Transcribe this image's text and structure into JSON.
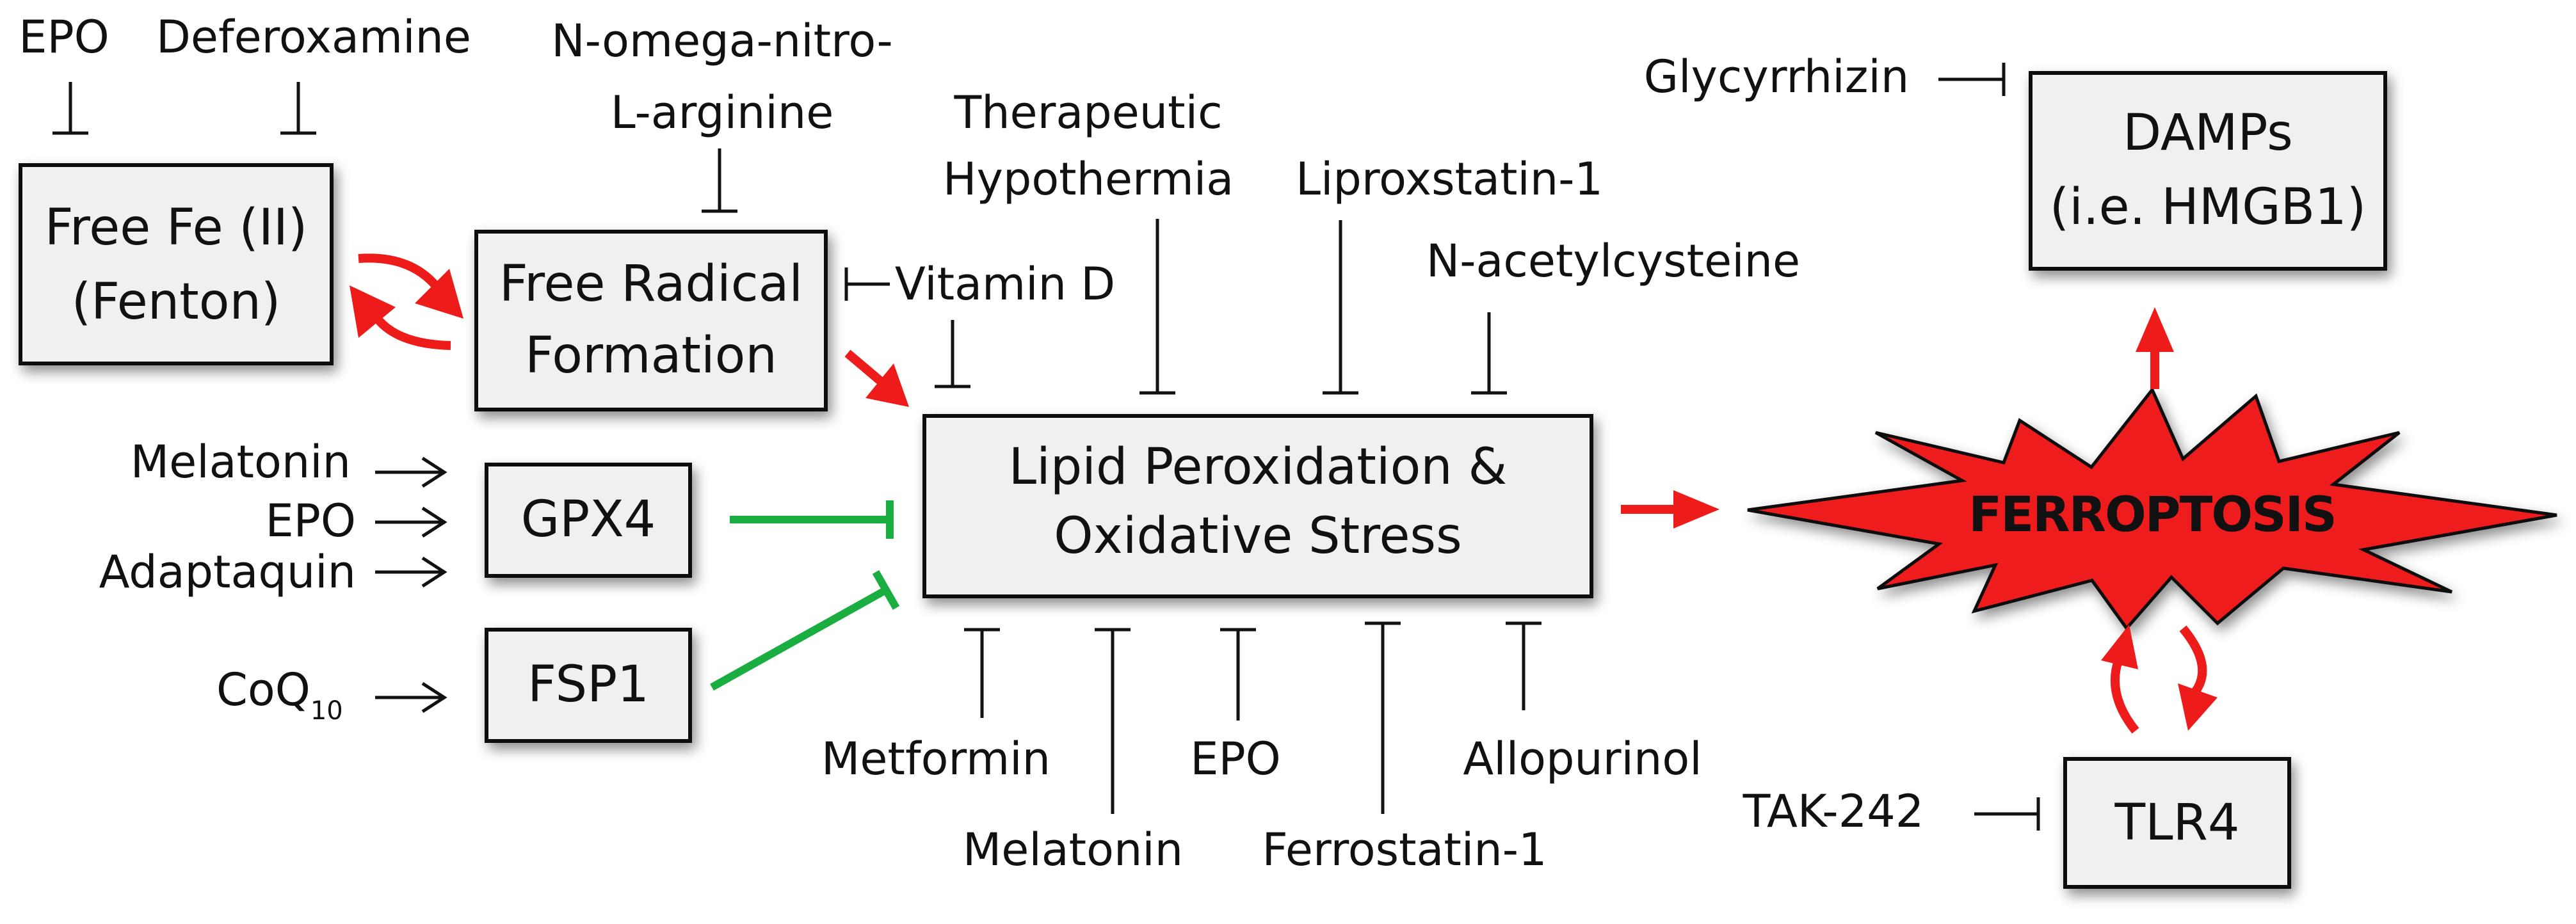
{
  "nodes": {
    "free_fe": [
      "Free Fe (II)",
      "(Fenton)"
    ],
    "free_radical": [
      "Free Radical",
      "Formation"
    ],
    "gpx4": "GPX4",
    "fsp1": "FSP1",
    "lipid": [
      "Lipid Peroxidation &",
      "Oxidative Stress"
    ],
    "ferroptosis": "FERROPTOSIS",
    "damps": [
      "DAMPs",
      "(i.e. HMGB1)"
    ],
    "tlr4": "TLR4"
  },
  "agents": {
    "epo_fe": "EPO",
    "deferoxamine": "Deferoxamine",
    "nnitro": [
      "N-omega-nitro-",
      "L-arginine"
    ],
    "vitamin_d": "Vitamin D",
    "hypothermia": [
      "Therapeutic",
      "Hypothermia"
    ],
    "liproxstatin": "Liproxstatin-1",
    "nac": "N-acetylcysteine",
    "glycyrrhizin": "Glycyrrhizin",
    "melatonin_gpx": "Melatonin",
    "epo_gpx": "EPO",
    "adaptaquin": "Adaptaquin",
    "coq": "CoQ",
    "coq_sub": "10",
    "metformin": "Metformin",
    "melatonin_lp": "Melatonin",
    "epo_lp": "EPO",
    "ferrostatin": "Ferrostatin-1",
    "allopurinol": "Allopurinol",
    "tak242": "TAK-242"
  },
  "colors": {
    "activation": "#ee1b1b",
    "inhibition_green": "#1aad3f",
    "box_fill": "#f0f0f0",
    "ferroptosis_star": "#ee1b1b"
  }
}
